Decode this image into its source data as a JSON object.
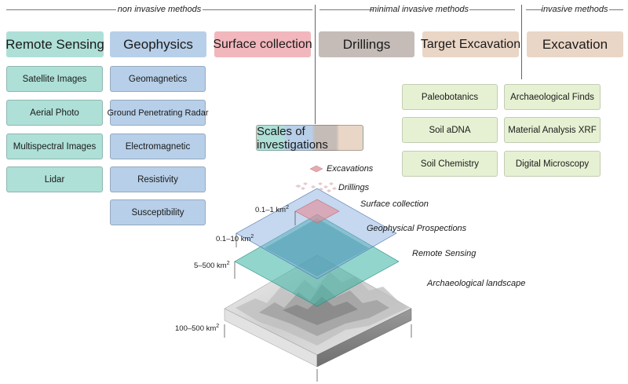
{
  "categories": {
    "non_invasive": "non invasive methods",
    "minimal_invasive": "minimal invasive methods",
    "invasive": "invasive methods"
  },
  "columns": {
    "remote_sensing": {
      "title": "Remote Sensing",
      "items": [
        "Satellite Images",
        "Aerial Photo",
        "Multispectral Images",
        "Lidar"
      ]
    },
    "geophysics": {
      "title": "Geophysics",
      "items": [
        "Geomagnetics",
        "Ground Penetrating Radar",
        "Electromagnetic",
        "Resistivity",
        "Susceptibility"
      ]
    },
    "surface_collection": {
      "title": "Surface collection"
    },
    "drillings": {
      "title": "Drillings"
    },
    "target_excavation": {
      "title": "Target Excavation"
    },
    "excavation": {
      "title": "Excavation"
    }
  },
  "analyses": [
    [
      "Paleobotanics",
      "Archaeological Finds"
    ],
    [
      "Soil aDNA",
      "Material Analysis XRF"
    ],
    [
      "Soil Chemistry",
      "Digital Microscopy"
    ]
  ],
  "scales": {
    "title": "Scales of investigations",
    "layers": {
      "excavations": "Excavations",
      "drillings": "Drillings",
      "surface_collection": "Surface collection",
      "geophysical": "Geophysical Prospections",
      "remote_sensing": "Remote Sensing",
      "landscape": "Archaeological landscape"
    },
    "areas": {
      "surface": "0.1–1 km",
      "geophysical": "0.1–10 km",
      "remote": "5–500 km",
      "landscape": "100–500 km"
    },
    "area_unit_exponent": "2"
  },
  "colors": {
    "remote_sensing": "#aee0d8",
    "geophysics": "#b7cfe8",
    "surface_collection": "#f2b7bd",
    "drillings": "#c5bcb8",
    "excavation": "#ead6c6",
    "analysis": "#e6f1d3"
  }
}
